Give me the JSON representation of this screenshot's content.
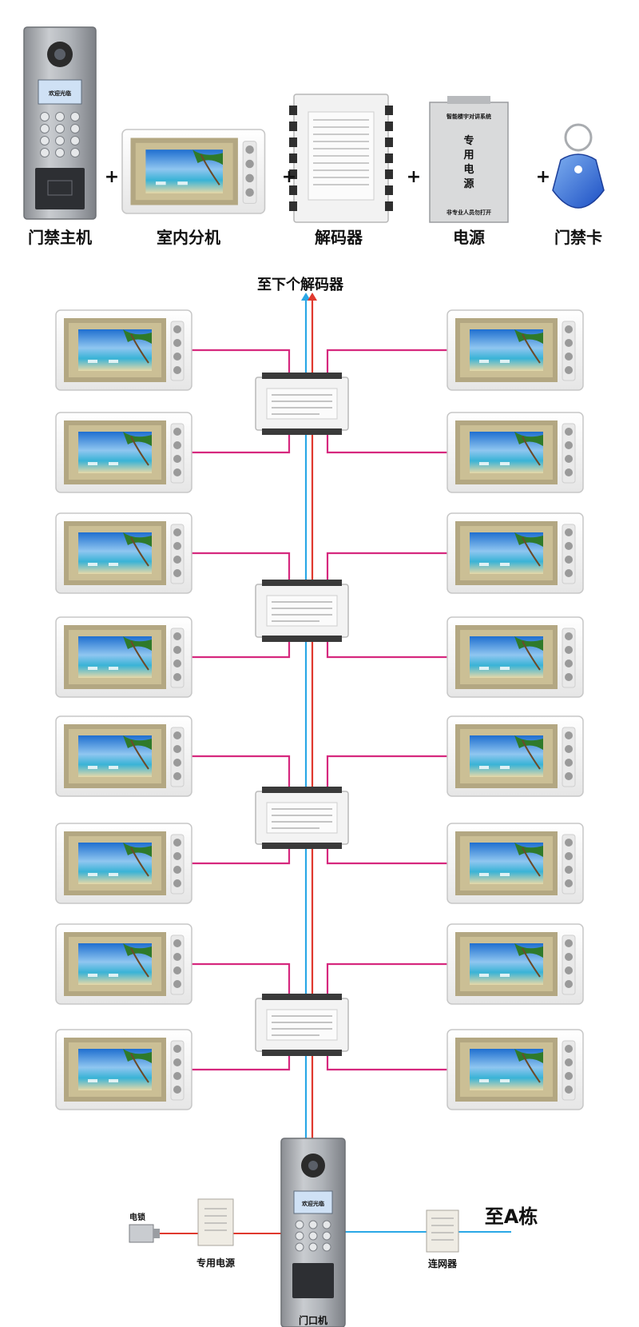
{
  "products": [
    {
      "label": "门禁主机"
    },
    {
      "label": "室内分机"
    },
    {
      "label": "解码器"
    },
    {
      "label": "电源"
    },
    {
      "label": "门禁卡"
    }
  ],
  "plus_sign": "+",
  "product_screens": {
    "door_station_lcd": "欢迎光临",
    "power_box_title": "智能楼宇对讲系统",
    "power_box_chars": [
      "专",
      "用",
      "电",
      "源"
    ],
    "power_box_warning": "非专业人员勿打开"
  },
  "diagram": {
    "top_label": "至下个解码器",
    "floors": 8,
    "decoders": 4,
    "bottom": {
      "lock_label": "电锁",
      "power_label": "专用电源",
      "door_unit_label": "门口机",
      "door_unit_lcd": "欢迎光临",
      "network_label": "连网器",
      "to_building_label": "至A栋"
    }
  },
  "colors": {
    "pink_wire": "#d6287e",
    "blue_wire": "#2aa7e6",
    "red_wire": "#e0392e",
    "screen_frame": "#b3a782",
    "panel_white": "#f4f4f4"
  }
}
